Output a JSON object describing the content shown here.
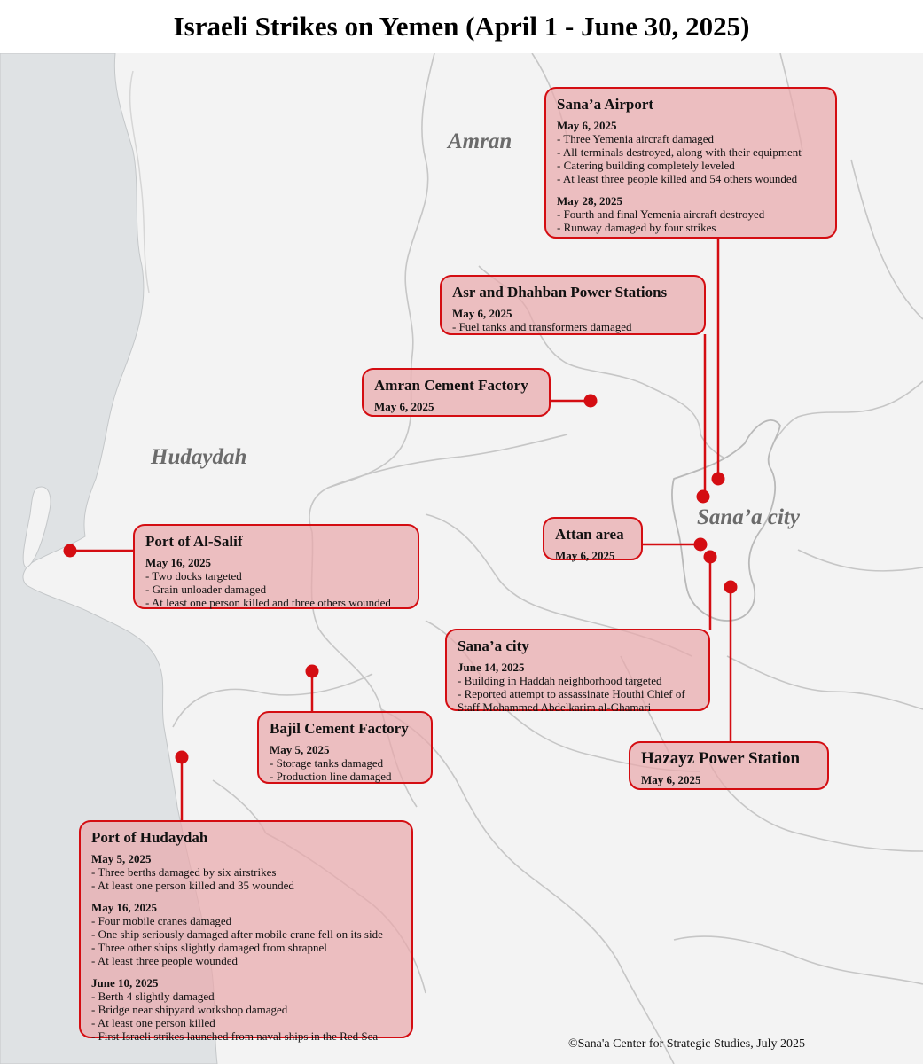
{
  "title": "Israeli Strikes on Yemen (April 1 - June 30, 2025)",
  "regions": {
    "amran": "Amran",
    "hudaydah": "Hudaydah",
    "sanaa_city": "Sana’a city"
  },
  "colors": {
    "sea": "#dfe2e4",
    "land": "#f3f3f3",
    "border": "#c8c8c8",
    "accent": "#d40d12",
    "box_fill": "#eaa9ad"
  },
  "boxes": {
    "sanaa_airport": {
      "title": "Sana’a Airport",
      "entries": [
        {
          "date": "May 6, 2025",
          "lines": [
            "- Three Yemenia aircraft damaged",
            "- All terminals destroyed, along with their equipment",
            "- Catering building completely leveled",
            "- At least three people killed and 54 others wounded"
          ]
        },
        {
          "date": "May 28, 2025",
          "lines": [
            "- Fourth and final Yemenia aircraft destroyed",
            "- Runway damaged by four strikes"
          ]
        }
      ]
    },
    "asr_dhahban": {
      "title": "Asr and Dhahban Power Stations",
      "entries": [
        {
          "date": "May 6, 2025",
          "lines": [
            "- Fuel tanks and transformers damaged"
          ]
        }
      ]
    },
    "amran_cement": {
      "title": "Amran Cement Factory",
      "entries": [
        {
          "date": "May 6, 2025",
          "lines": []
        }
      ]
    },
    "port_salif": {
      "title": "Port of Al-Salif",
      "entries": [
        {
          "date": "May 16, 2025",
          "lines": [
            "- Two docks targeted",
            "- Grain unloader damaged",
            "- At least one person killed and three others wounded"
          ]
        }
      ]
    },
    "attan": {
      "title": "Attan area",
      "entries": [
        {
          "date": "May 6, 2025",
          "lines": []
        }
      ]
    },
    "sanaa_city": {
      "title": "Sana’a city",
      "entries": [
        {
          "date": "June 14, 2025",
          "lines": [
            "- Building in Haddah neighborhood targeted",
            "- Reported attempt to assassinate Houthi Chief of Staff Mohammed Abdelkarim al-Ghamari"
          ]
        }
      ]
    },
    "bajil_cement": {
      "title": "Bajil Cement Factory",
      "entries": [
        {
          "date": "May 5, 2025",
          "lines": [
            "- Storage tanks damaged",
            "- Production line damaged"
          ]
        }
      ]
    },
    "hazayz": {
      "title": "Hazayz Power Station",
      "entries": [
        {
          "date": "May 6, 2025",
          "lines": []
        }
      ]
    },
    "port_hudaydah": {
      "title": "Port of Hudaydah",
      "entries": [
        {
          "date": "May 5, 2025",
          "lines": [
            "- Three berths damaged by six airstrikes",
            "- At least one person killed and 35 wounded"
          ]
        },
        {
          "date": "May 16, 2025",
          "lines": [
            "- Four mobile cranes damaged",
            "- One ship seriously damaged after mobile crane fell on its side",
            "- Three other ships slightly damaged from shrapnel",
            "- At least three people wounded"
          ]
        },
        {
          "date": "June 10, 2025",
          "lines": [
            "- Berth 4 slightly damaged",
            "- Bridge near shipyard workshop damaged",
            "- At least one person killed",
            "- First Israeli strikes launched from naval ships in the Red Sea"
          ]
        }
      ]
    }
  },
  "credit": "©Sana'a Center for Strategic Studies, July 2025"
}
